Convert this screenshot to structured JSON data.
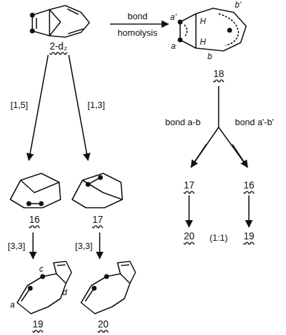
{
  "diagram": {
    "labels": [
      "2-d₂",
      "bond",
      "homolysis",
      "a'",
      "b'",
      "H",
      "H",
      "a",
      "b",
      "18",
      "[1,5]",
      "[1,3]",
      "bond a-b",
      "bond a'-b'",
      "16",
      "17",
      "17",
      "16",
      "[3,3]",
      "[3,3]",
      "20",
      "(1:1)",
      "19",
      "c",
      "d",
      "a",
      "19",
      "20"
    ]
  }
}
